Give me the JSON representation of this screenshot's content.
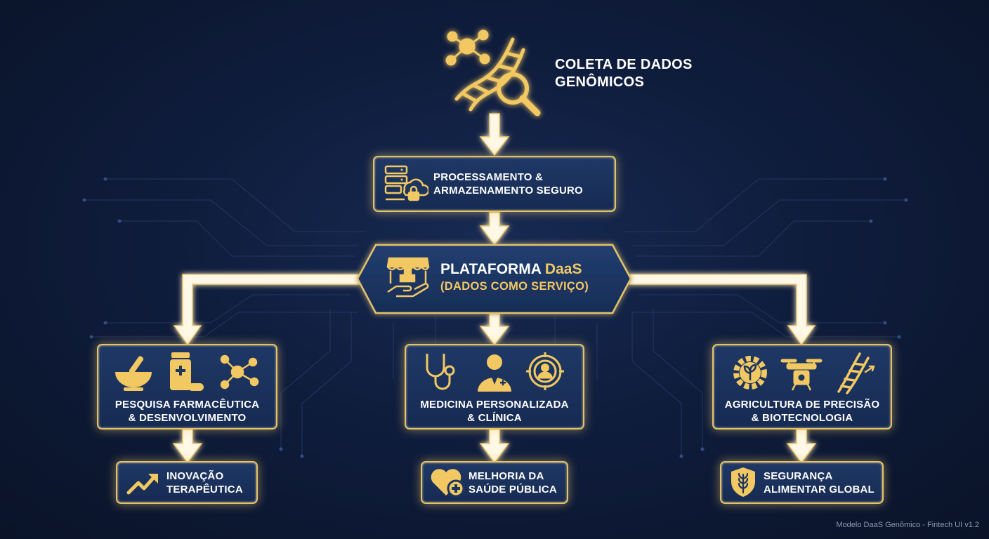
{
  "top": {
    "title_line1": "COLETA DE DADOS",
    "title_line2": "GENÔMICOS",
    "icon": "dna-search-icon"
  },
  "processing": {
    "line1": "PROCESSAMENTO &",
    "line2": "ARMAZENAMENTO SEGURO",
    "icon": "server-cloud-lock-icon"
  },
  "hub": {
    "title_main": "PLATAFORMA ",
    "title_accent": "DaaS",
    "subtitle": "(DADOS COMO SERVIÇO)",
    "icon": "marketplace-hand-icon"
  },
  "branches": [
    {
      "line1": "PESQUISA FARMACÊUTICA",
      "line2": "& DESENVOLVIMENTO",
      "icons": [
        "mortar-pestle-icon",
        "medicine-bottle-icon",
        "molecule-icon"
      ],
      "outcome": {
        "line1": "INOVAÇÃO",
        "line2": "TERAPÊUTICA",
        "icon": "trend-up-icon"
      }
    },
    {
      "line1": "MEDICINA PERSONALIZADA",
      "line2": "& CLÍNICA",
      "icons": [
        "stethoscope-icon",
        "doctor-icon",
        "patient-target-icon"
      ],
      "outcome": {
        "line1": "MELHORIA DA",
        "line2": "SAÚDE PÚBLICA",
        "icon": "heart-plus-icon"
      }
    },
    {
      "line1": "AGRICULTURA DE PRECISÃO",
      "line2": "& BIOTECNOLOGIA",
      "icons": [
        "gear-leaf-icon",
        "drone-icon",
        "dna-arrow-icon"
      ],
      "outcome": {
        "line1": "SEGURANÇA",
        "line2": "ALIMENTAR GLOBAL",
        "icon": "shield-wheat-icon"
      }
    }
  ],
  "footer": "Modelo DaaS Genômico - Fintech UI v1.2",
  "colors": {
    "background": "#0f1d3d",
    "gold": "#e3c36a",
    "box": "#1d365f",
    "arrow": "#fff8e6"
  }
}
